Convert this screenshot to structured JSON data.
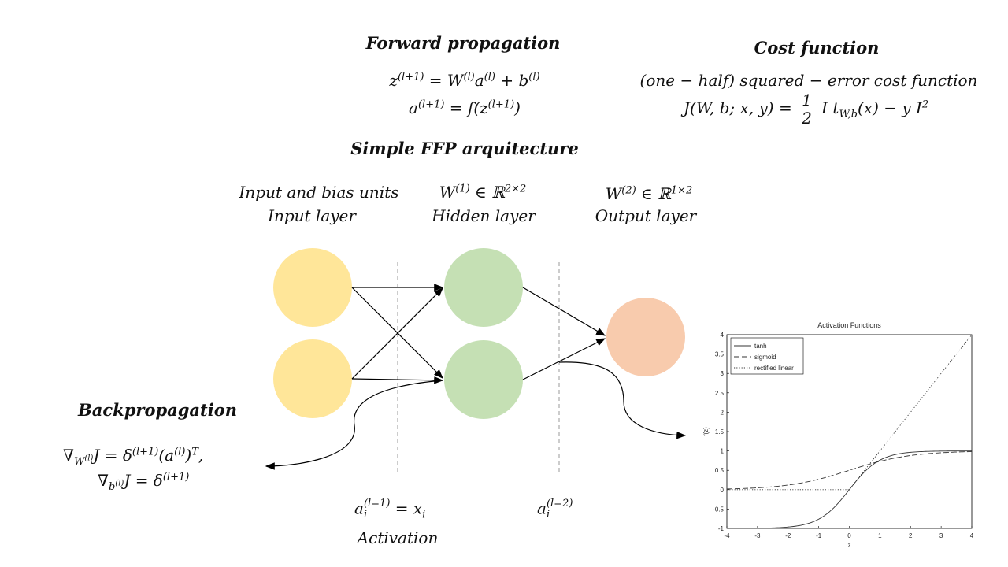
{
  "forward": {
    "heading": "Forward propagation",
    "eq1_lhs": "z",
    "eq1_lhs_sup": "(l+1)",
    "eq1_rhs_a": " = W",
    "eq1_rhs_a_sup": "(l)",
    "eq1_rhs_b": "a",
    "eq1_rhs_b_sup": "(l)",
    "eq1_rhs_c": " + b",
    "eq1_rhs_c_sup": "(l)",
    "eq2_lhs": "a",
    "eq2_lhs_sup": "(l+1)",
    "eq2_rhs": " = f(z",
    "eq2_rhs_sup": "(l+1)",
    "eq2_close": ")"
  },
  "cost": {
    "heading": "Cost function",
    "subtitle": "(one − half) squared  − error cost function",
    "eq_lhs": "J(W, b; x, y) = ",
    "frac_num": "1",
    "frac_den": "2",
    "eq_rhs_a": " I t",
    "eq_rhs_sub": "W,b",
    "eq_rhs_b": "(x) − y I",
    "eq_rhs_sup": "2"
  },
  "architecture": {
    "heading": "Simple FFP arquitecture",
    "input_line1": "Input and bias units",
    "input_line2": "Input layer",
    "hidden_w": "W",
    "hidden_w_sup": "(1)",
    "hidden_w_rest": " ∈ ℝ",
    "hidden_w_dim": "2×2",
    "hidden_label": "Hidden layer",
    "output_w": "W",
    "output_w_sup": "(2)",
    "output_w_rest": " ∈ ℝ",
    "output_w_dim": "1×2",
    "output_label": "Output layer"
  },
  "backprop": {
    "heading": "Backpropagation",
    "eq1_a": "∇",
    "eq1_sub": "W",
    "eq1_sub_sup": "(l)",
    "eq1_b": "J = δ",
    "eq1_b_sup": "(l+1)",
    "eq1_c": "(a",
    "eq1_c_sup": "(l)",
    "eq1_d": ")",
    "eq1_d_sup": "T",
    "eq1_e": ",",
    "eq2_a": "∇",
    "eq2_sub": "b",
    "eq2_sub_sup": "(l)",
    "eq2_b": "J = δ",
    "eq2_b_sup": "(l+1)"
  },
  "activation": {
    "a1": "a",
    "a1_sup": "(l=1)",
    "a1_sub": "i",
    "a1_rhs": " = x",
    "a1_rhs_sub": "i",
    "a2": "a",
    "a2_sup": "(l=2)",
    "a2_sub": "i",
    "label": "Activation"
  },
  "colors": {
    "input_node": "#FFE699",
    "hidden_node": "#C5E0B4",
    "output_node": "#F8CBAD"
  },
  "chart_data": {
    "type": "line",
    "title": "Activation Functions",
    "xlabel": "z",
    "ylabel": "f(z)",
    "xlim": [
      -4,
      4
    ],
    "ylim": [
      -1,
      4
    ],
    "x_ticks": [
      "-4",
      "-3",
      "-2",
      "-1",
      "0",
      "1",
      "2",
      "3",
      "4"
    ],
    "y_ticks": [
      "-1",
      "-0.5",
      "0",
      "0.5",
      "1",
      "1.5",
      "2",
      "2.5",
      "3",
      "3.5",
      "4"
    ],
    "x": [
      -4,
      -3.5,
      -3,
      -2.5,
      -2,
      -1.5,
      -1,
      -0.5,
      0,
      0.5,
      1,
      1.5,
      2,
      2.5,
      3,
      3.5,
      4
    ],
    "legend_position": "top-left",
    "series": [
      {
        "name": "tanh",
        "style": "solid",
        "values": [
          -0.999,
          -0.998,
          -0.995,
          -0.987,
          -0.964,
          -0.905,
          -0.762,
          -0.462,
          0,
          0.462,
          0.762,
          0.905,
          0.964,
          0.987,
          0.995,
          0.998,
          0.999
        ]
      },
      {
        "name": "sigmoid",
        "style": "dashed",
        "values": [
          0.018,
          0.029,
          0.047,
          0.076,
          0.119,
          0.182,
          0.269,
          0.378,
          0.5,
          0.622,
          0.731,
          0.818,
          0.881,
          0.924,
          0.953,
          0.971,
          0.982
        ]
      },
      {
        "name": "rectified linear",
        "style": "dotted",
        "values": [
          0,
          0,
          0,
          0,
          0,
          0,
          0,
          0,
          0,
          0.5,
          1,
          1.5,
          2,
          2.5,
          3,
          3.5,
          4
        ]
      }
    ]
  }
}
